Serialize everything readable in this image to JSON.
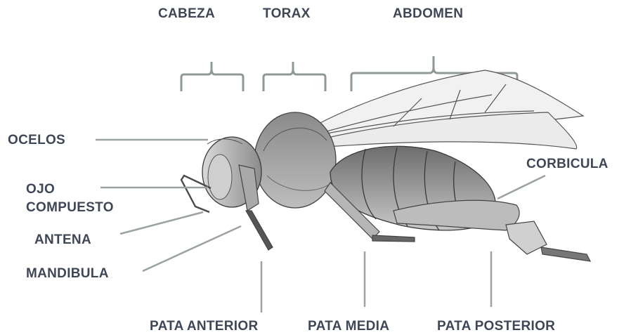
{
  "labels": {
    "cabeza": "CABEZA",
    "torax": "TORAX",
    "abdomen": "ABDOMEN",
    "ocelos": "OCELOS",
    "ojo_line1": "OJO",
    "ojo_line2": "COMPUESTO",
    "antena": "ANTENA",
    "mandibula": "MANDIBULA",
    "corbicula": "CORBICULA",
    "pata_anterior": "PATA ANTERIOR",
    "pata_media": "PATA MEDIA",
    "pata_posterior": "PATA POSTERIOR"
  },
  "colors": {
    "label_text": "#3f4757",
    "leader_line": "#9aa3a0",
    "bracket": "#8f9a96"
  }
}
